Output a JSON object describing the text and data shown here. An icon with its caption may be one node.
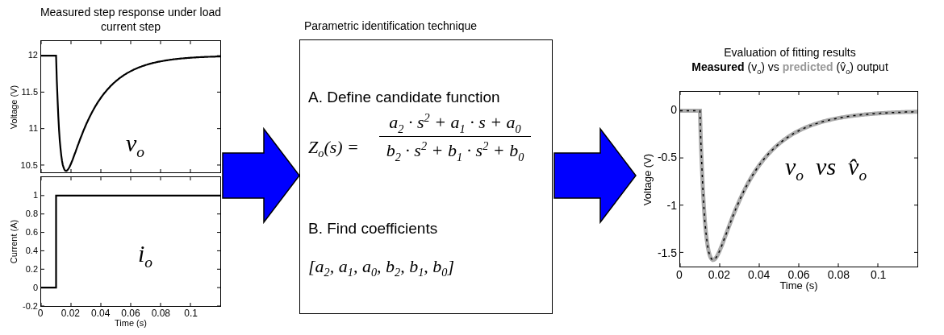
{
  "diagram": {
    "nodes": [
      {
        "text": [
          "Measured step response under load current step"
        ]
      },
      {
        "text": [
          "v$_{o}$"
        ],
        "in": 0
      },
      {
        "text": [
          "i$_{o}$"
        ],
        "in": 0
      },
      {
        "text": [
          "Parametric identification technique",
          "A. Define candidate function",
          "Z$_{o}$(s) =",
          "a$_{2}$ · s$^{2}$ + a$_{1}$ · s + a$_{0}$",
          "b$_{2}$ · s$^{2}$ + b$_{1}$ · s$^{2}$ + b$_{0}$",
          "B. Find coefficients",
          "[a$_{2}$, a$_{1}$, a$_{0}$, b$_{2}$, b$_{1}$, b$_{0}$]"
        ]
      },
      {
        "text": [
          "Evaluation of fitting results",
          "**Measured** (v$_{o}$) vs **predicted** (v̂$_{o}$) output",
          "v$_{o}$  vs  v̂$_{o}$"
        ]
      }
    ],
    "edges": [
      {
        "from": 0,
        "to": 3,
        "arrow": "to"
      },
      {
        "from": 3,
        "to": 4,
        "arrow": "to"
      }
    ],
    "labels": [
      "12",
      "11.5",
      "11",
      "10.5",
      "Voltage (V)",
      "1",
      "0.8",
      "0.6",
      "0.4",
      "0.2",
      "0",
      "-0.2",
      "Current (A)",
      "0",
      "0.02",
      "0.04",
      "0.06",
      "0.08",
      "0.1",
      "Time (s)",
      "0",
      "-0.5",
      "-1",
      "-1.5",
      "Voltage (V)",
      "0",
      "0.02",
      "0.04",
      "0.06",
      "0.08",
      "0.1",
      "Time (s)"
    ]
  }
}
